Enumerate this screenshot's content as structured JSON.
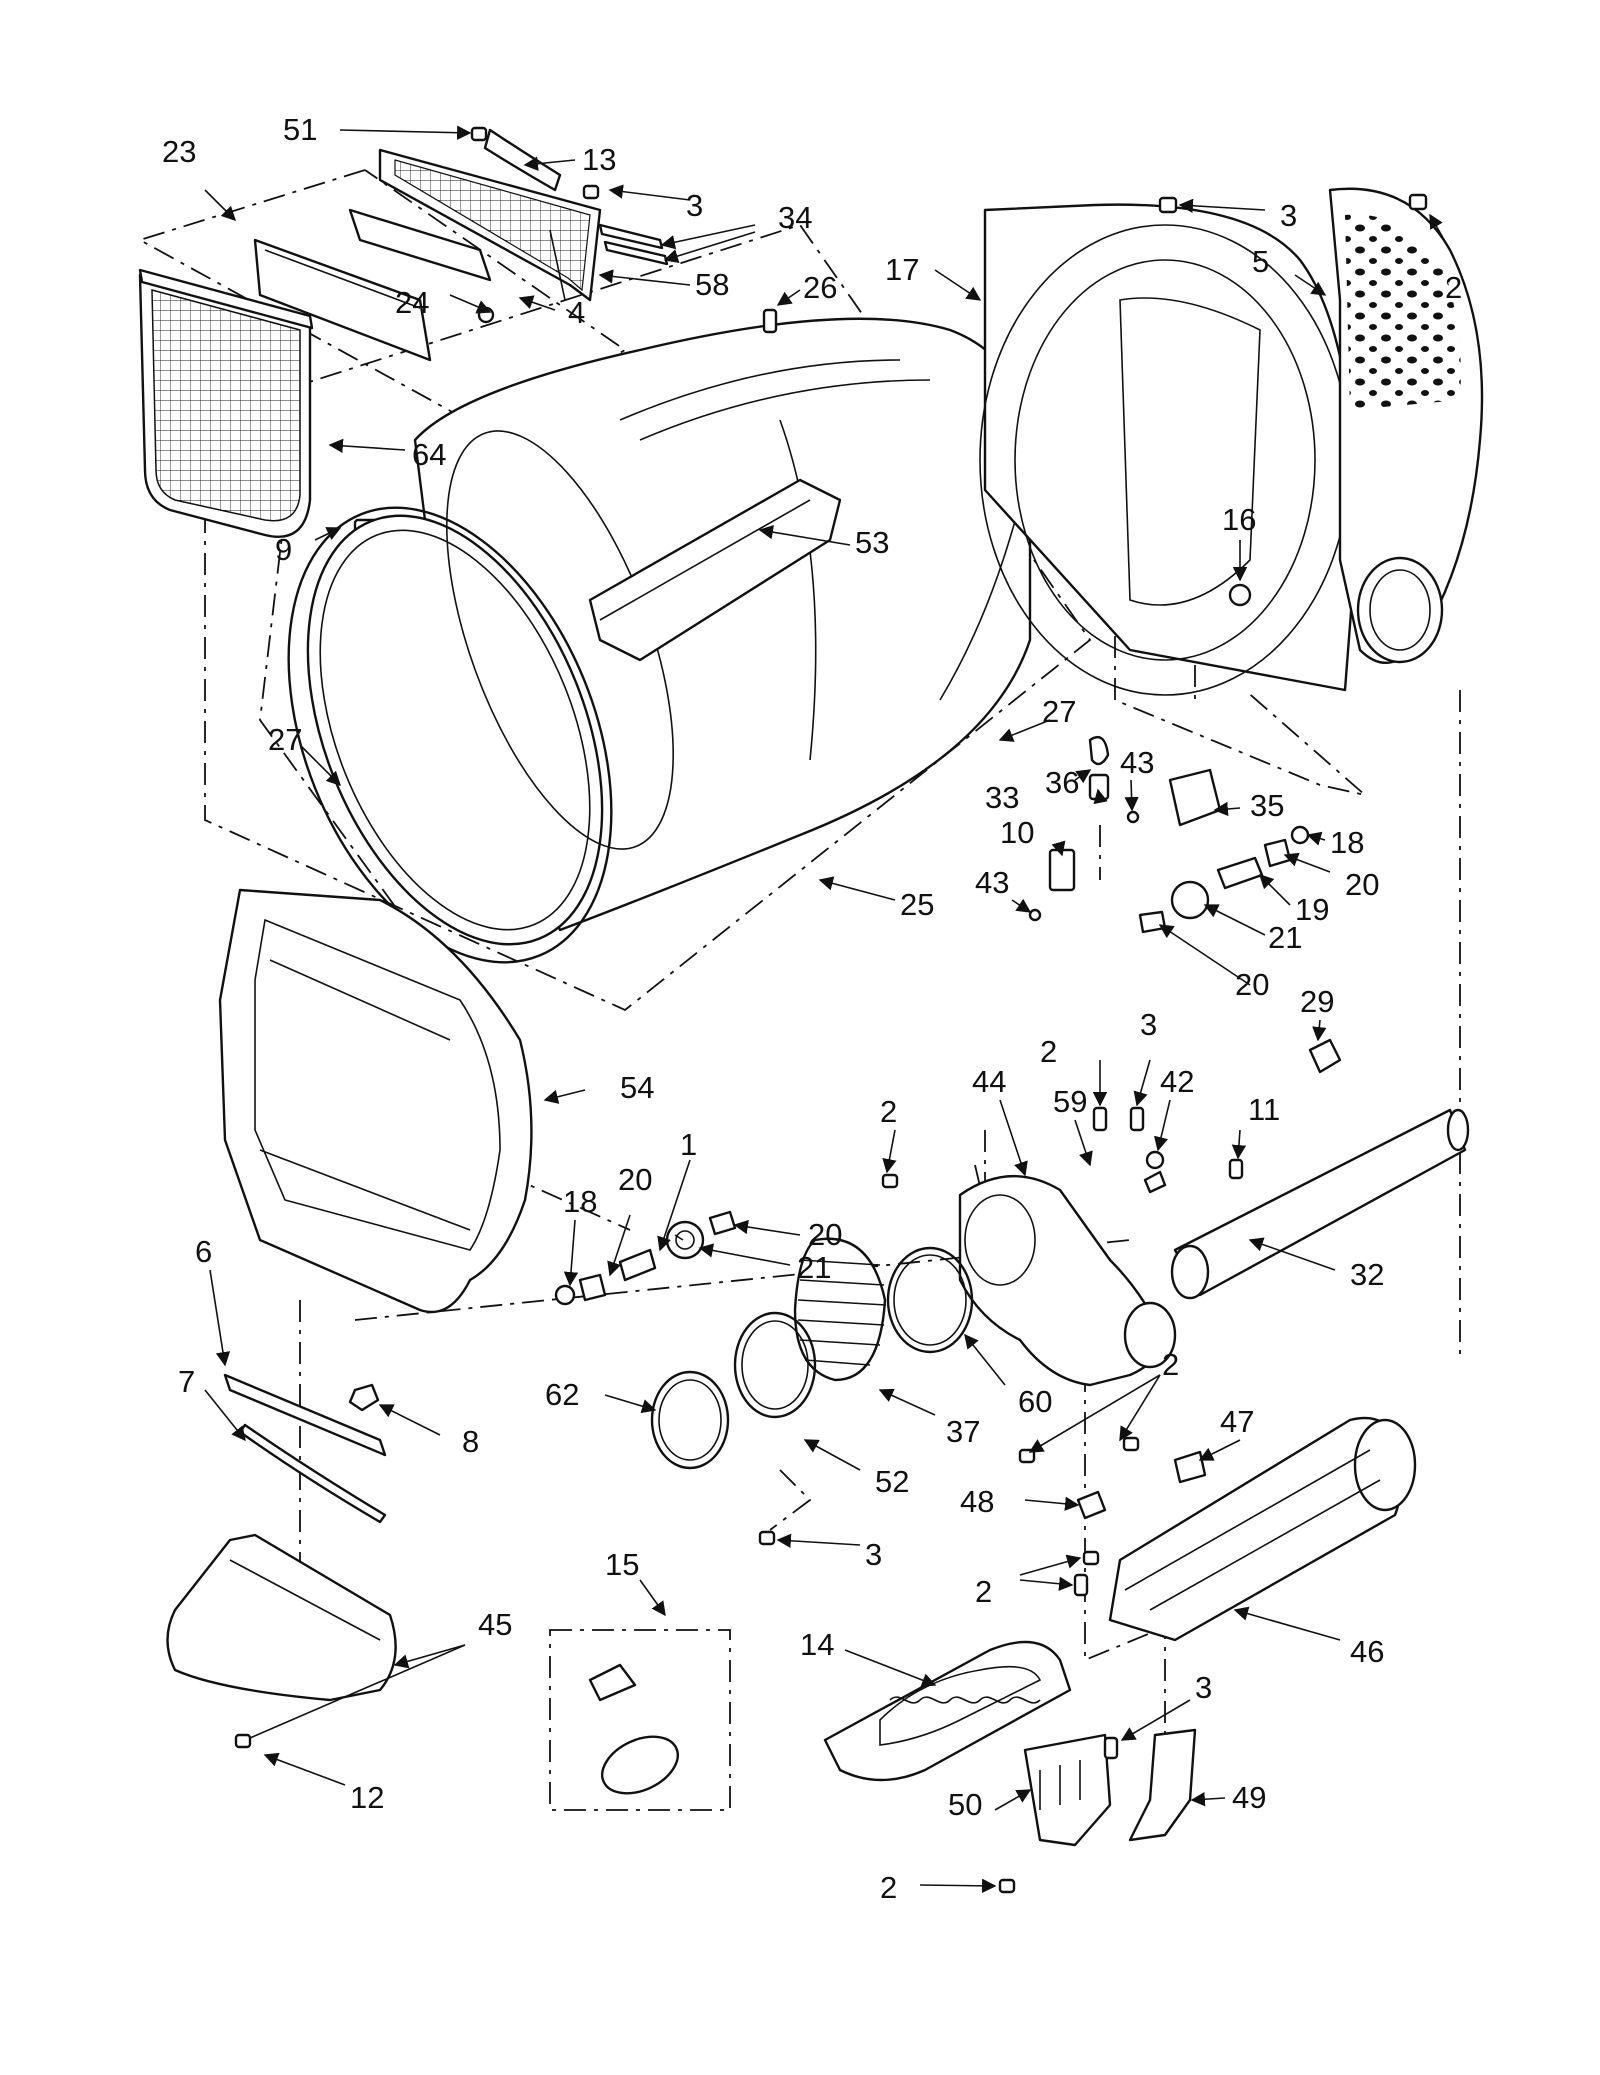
{
  "labels": {
    "p51": "51",
    "p13": "13",
    "p23": "23",
    "p3a": "3",
    "p34": "34",
    "p58": "58",
    "p24": "24",
    "p4": "4",
    "p64": "64",
    "p26": "26",
    "p9": "9",
    "p53": "53",
    "p3b": "3",
    "p17": "17",
    "p5": "5",
    "p2a": "2",
    "p16": "16",
    "p27a": "27",
    "p27b": "27",
    "p25": "25",
    "p33": "33",
    "p36": "36",
    "p43a": "43",
    "p35": "35",
    "p10": "10",
    "p43b": "43",
    "p18a": "18",
    "p20a": "20",
    "p19": "19",
    "p21a": "21",
    "p20b": "20",
    "p54": "54",
    "p2b": "2",
    "p3c": "3",
    "p29": "29",
    "p44": "44",
    "p59": "59",
    "p42": "42",
    "p11": "11",
    "p2c": "2",
    "p1": "1",
    "p18b": "18",
    "p20c": "20",
    "p20d": "20",
    "p21b": "21",
    "p32": "32",
    "p6": "6",
    "p7": "7",
    "p8": "8",
    "p62": "62",
    "p60": "60",
    "p37": "37",
    "p52": "52",
    "p2d": "2",
    "p47": "47",
    "p48": "48",
    "p3d": "3",
    "p2e": "2",
    "p15": "15",
    "p14": "14",
    "p46": "46",
    "p45": "45",
    "p12": "12",
    "p3e": "3",
    "p50": "50",
    "p49": "49",
    "p2f": "2"
  }
}
